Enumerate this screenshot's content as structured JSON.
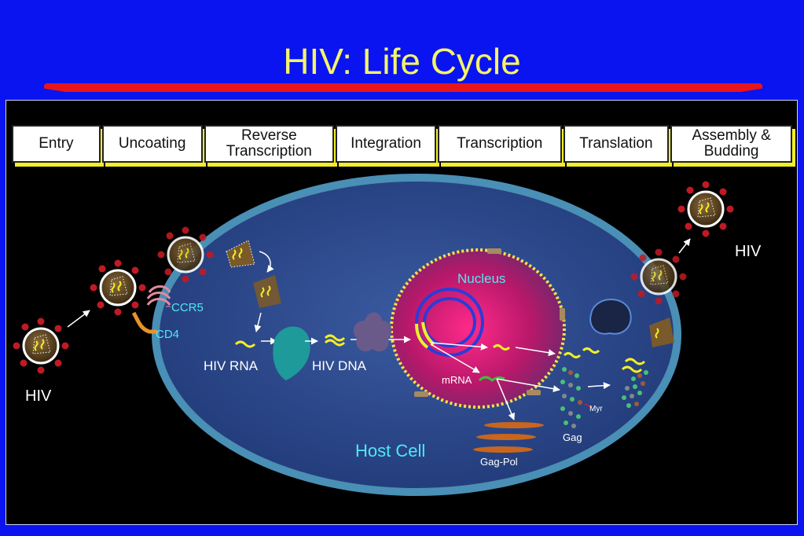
{
  "title": "HIV: Life Cycle",
  "stages": [
    "Entry",
    "Uncoating",
    "Reverse Transcription",
    "Integration",
    "Transcription",
    "Translation",
    "Assembly & Budding"
  ],
  "labels": {
    "ccr5": "CCR5",
    "cd4": "CD4",
    "hiv_rna": "HIV RNA",
    "hiv_dna": "HIV DNA",
    "nucleus": "Nucleus",
    "mrna": "mRNA",
    "host_cell": "Host Cell",
    "gag": "Gag",
    "gag_pol": "Gag-Pol",
    "myr": "Myr",
    "hiv_left": "HIV",
    "hiv_right": "HIV"
  },
  "colors": {
    "background": "#0a14f0",
    "title": "#f4f36a",
    "rule": "#e8151a",
    "stage_shadow": "#f2ee27",
    "cell": "#2e4d8c",
    "nucleus": "#b8186a",
    "label_cyan": "#4fe8f4"
  }
}
